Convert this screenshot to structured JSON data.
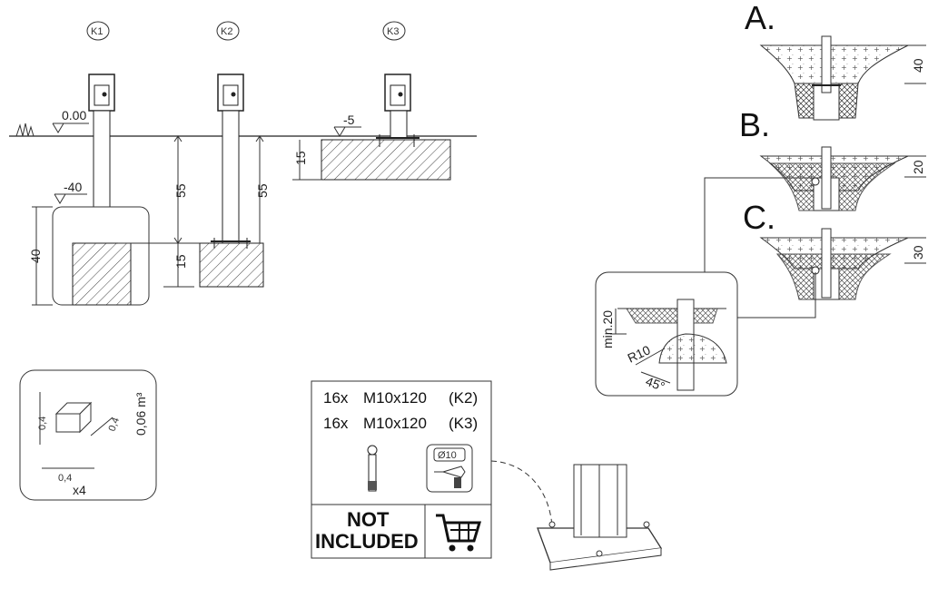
{
  "posts": {
    "k1_label": "K1",
    "k2_label": "K2",
    "k3_label": "K3",
    "ground_level": "0.00",
    "k1_depth": "-40",
    "k3_depth": "-5",
    "dim_55_a": "55",
    "dim_55_b": "55",
    "dim_15_a": "15",
    "dim_15_b": "15",
    "dim_40": "40"
  },
  "block": {
    "dim_h": "0,4",
    "dim_w": "0,4",
    "dim_d": "0,4",
    "volume": "0,06 m³",
    "count": "x4"
  },
  "parts": {
    "line1_qty": "16x",
    "line1_size": "M10x120",
    "line1_ref": "(K2)",
    "line2_qty": "16x",
    "line2_size": "M10x120",
    "line2_ref": "(K3)",
    "drill_size": "Ø10",
    "not_included_1": "NOT",
    "not_included_2": "INCLUDED",
    "cart_icon": "shopping-cart-icon",
    "bolt_icon": "bolt-icon",
    "drill_icon": "drill-icon"
  },
  "variants": {
    "a_label": "A.",
    "b_label": "B.",
    "c_label": "C.",
    "a_dim": "40",
    "b_dim": "20",
    "c_dim": "30"
  },
  "detail": {
    "min_label": "min.20",
    "radius_label": "R10",
    "angle_label": "45°"
  }
}
